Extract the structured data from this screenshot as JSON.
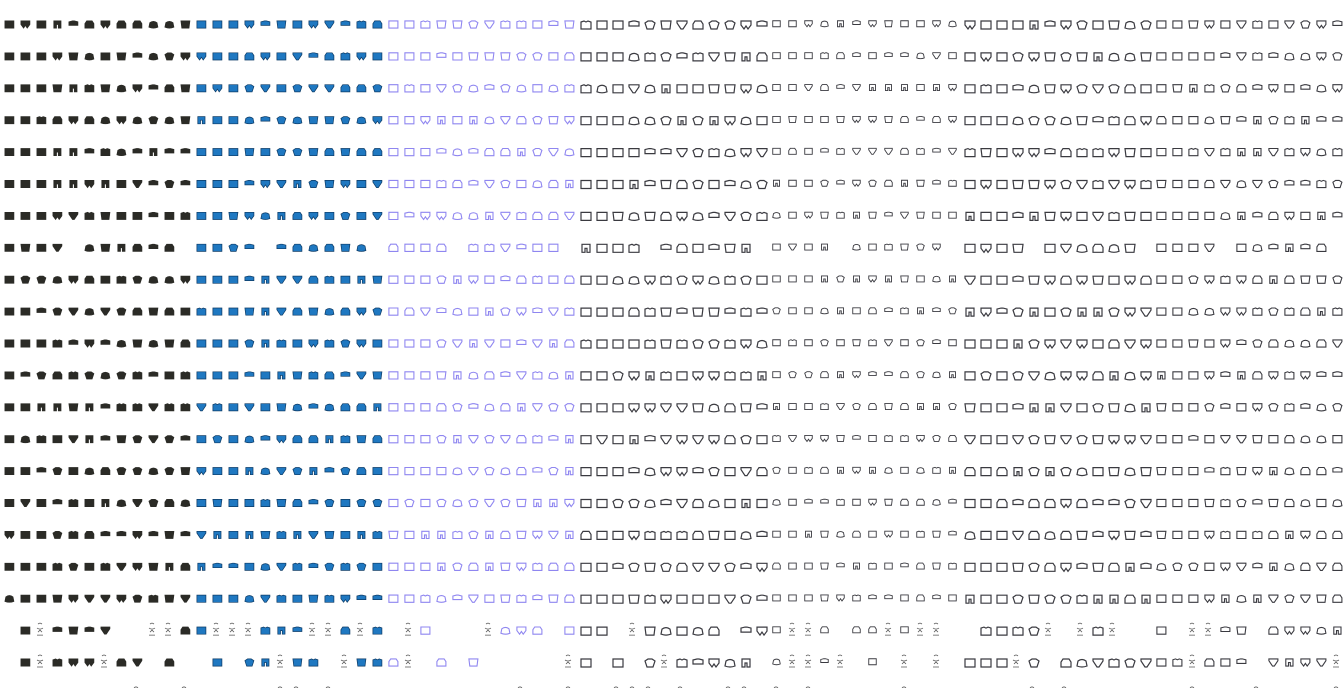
{
  "sheet": {
    "rows": 22,
    "columns_per_block": 12,
    "blocks": [
      {
        "name": "solid-dark",
        "fill": "#2b2b26",
        "stroke": "#2b2b26",
        "stroke_only": false
      },
      {
        "name": "solid-blue",
        "fill": "#1f78c1",
        "stroke": "#0d3b66",
        "stroke_only": false
      },
      {
        "name": "outline-lavender",
        "fill": "#ffffff",
        "stroke": "#8f86f0",
        "stroke_only": true
      },
      {
        "name": "outline-dark-large",
        "fill": "#ffffff",
        "stroke": "#3a3a40",
        "stroke_only": true
      },
      {
        "name": "outline-dark-small",
        "fill": "#ffffff",
        "stroke": "#3a3a40",
        "stroke_only": true
      },
      {
        "name": "outline-dark-medium",
        "fill": "#ffffff",
        "stroke": "#3a3a40",
        "stroke_only": true
      },
      {
        "name": "outline-narrow",
        "fill": "#ffffff",
        "stroke": "#3a3a40",
        "stroke_only": true
      }
    ],
    "gap_row_7_columns": [
      4,
      11
    ],
    "lower_sparse_rows": [
      19,
      20,
      21
    ]
  }
}
